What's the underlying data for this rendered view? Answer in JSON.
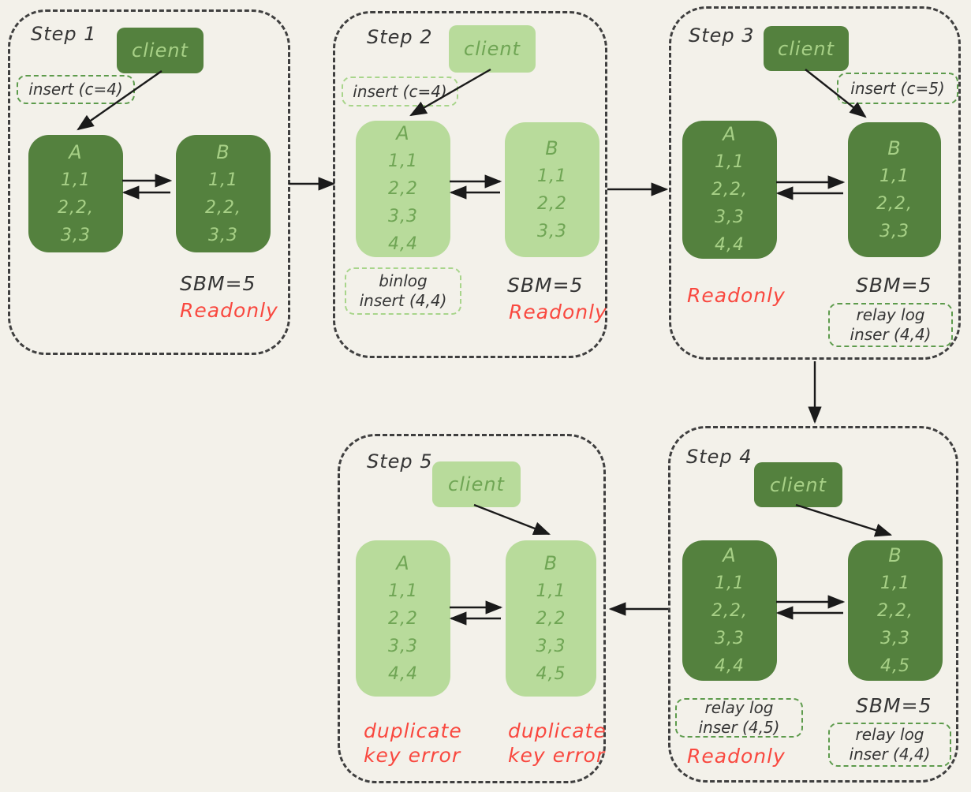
{
  "colors": {
    "bg": "#f3f1ea",
    "ink": "#353535",
    "dark_green": "#54813e",
    "light_green": "#b8db9b",
    "dark_node_text": "#a7d086",
    "light_node_text": "#6fa554",
    "red": "#f9483f",
    "dash_green": "#5d9b4c",
    "dash_green_light": "#a8d58b",
    "border_ink": "#3f3f3f",
    "arrow": "#1a1a1a"
  },
  "steps": [
    {
      "label": "Step 1",
      "client": "client",
      "insert_note": "insert (c=4)",
      "node_a": {
        "title": "A",
        "rows": [
          "1,1",
          "2,2,",
          "3,3"
        ]
      },
      "node_b": {
        "title": "B",
        "rows": [
          "1,1",
          "2,2,",
          "3,3"
        ]
      },
      "sbm": "SBM=5",
      "readonly": "Readonly"
    },
    {
      "label": "Step 2",
      "client": "client",
      "insert_note": "insert (c=4)",
      "binlog_note": [
        "binlog",
        "insert (4,4)"
      ],
      "node_a": {
        "title": "A",
        "rows": [
          "1,1",
          "2,2",
          "3,3",
          "4,4"
        ]
      },
      "node_b": {
        "title": "B",
        "rows": [
          "1,1",
          "2,2",
          "3,3"
        ]
      },
      "sbm": "SBM=5",
      "readonly": "Readonly"
    },
    {
      "label": "Step 3",
      "client": "client",
      "insert_note": "insert (c=5)",
      "relay_note": [
        "relay log",
        "inser (4,4)"
      ],
      "node_a": {
        "title": "A",
        "rows": [
          "1,1",
          "2,2,",
          "3,3",
          "4,4"
        ]
      },
      "node_b": {
        "title": "B",
        "rows": [
          "1,1",
          "2,2,",
          "3,3"
        ]
      },
      "sbm": "SBM=5",
      "readonly": "Readonly"
    },
    {
      "label": "Step 4",
      "client": "client",
      "relay_note_a": [
        "relay log",
        "inser (4,5)"
      ],
      "relay_note_b": [
        "relay log",
        "inser (4,4)"
      ],
      "node_a": {
        "title": "A",
        "rows": [
          "1,1",
          "2,2,",
          "3,3",
          "4,4"
        ]
      },
      "node_b": {
        "title": "B",
        "rows": [
          "1,1",
          "2,2,",
          "3,3",
          "4,5"
        ]
      },
      "sbm": "SBM=5",
      "readonly": "Readonly"
    },
    {
      "label": "Step 5",
      "client": "client",
      "node_a": {
        "title": "A",
        "rows": [
          "1,1",
          "2,2",
          "3,3",
          "4,4"
        ]
      },
      "node_b": {
        "title": "B",
        "rows": [
          "1,1",
          "2,2",
          "3,3",
          "4,5"
        ]
      },
      "error_a": [
        "duplicate",
        "key error"
      ],
      "error_b": [
        "duplicate",
        "key error"
      ]
    }
  ]
}
